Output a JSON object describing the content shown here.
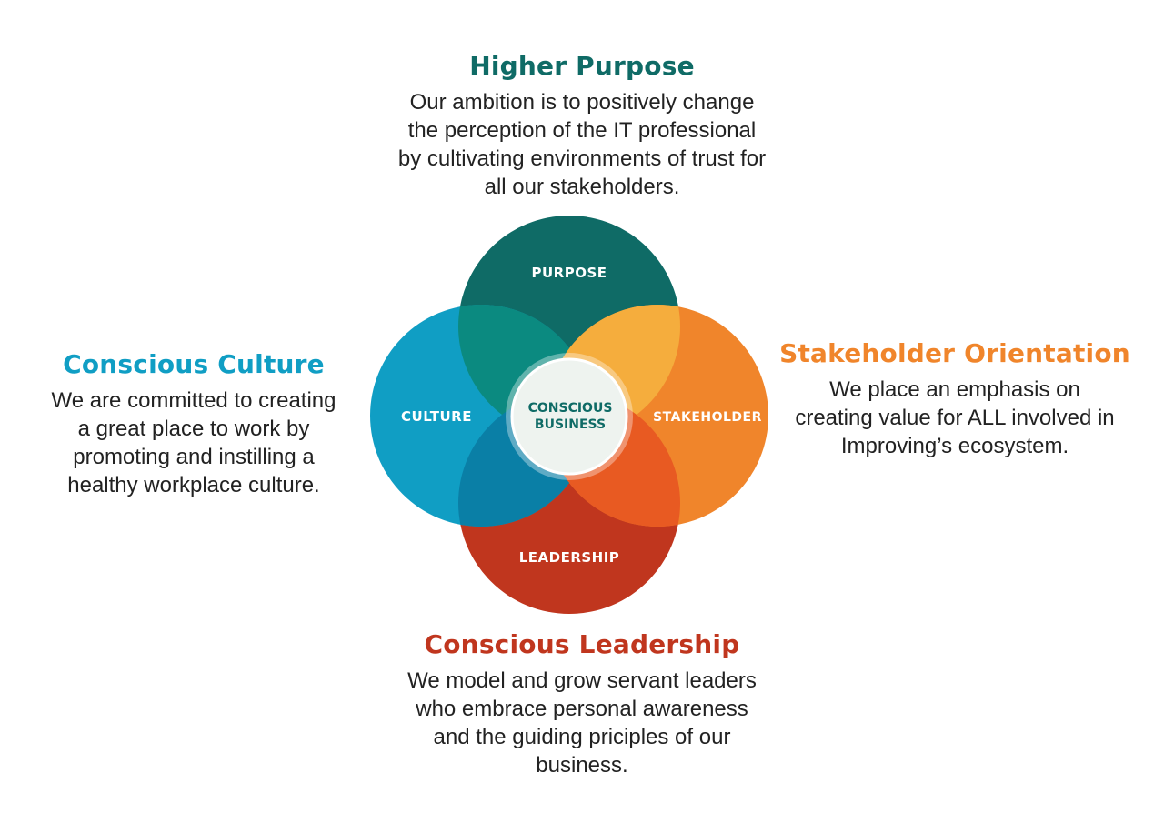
{
  "colors": {
    "purpose": "#0f6b66",
    "culture": "#109ec4",
    "stakeholder": "#f0852b",
    "leadership": "#c0361e",
    "purpose_culture_overlap": "#0b8a80",
    "purpose_stakeholder_overlap": "#f5ad3d",
    "culture_leadership_overlap": "#0a7fa6",
    "stakeholder_leadership_overlap": "#e85a22",
    "center_fill": "#eef3ef",
    "center_text": "#0f6b66",
    "body_text": "#222222"
  },
  "purpose": {
    "heading": "Higher Purpose",
    "body": [
      "Our ambition is to positively change",
      "the perception of the IT professional",
      "by cultivating environments of trust for",
      "all our stakeholders."
    ]
  },
  "culture": {
    "heading": "Conscious Culture",
    "body": [
      "We are committed to creating",
      "a great place to work by",
      "promoting and instilling a",
      "healthy workplace culture."
    ]
  },
  "stakeholder": {
    "heading": "Stakeholder Orientation",
    "body": [
      "We place an emphasis on",
      "creating value for ALL involved in",
      "Improving’s ecosystem."
    ]
  },
  "leadership": {
    "heading": "Conscious Leadership",
    "body": [
      "We model and grow servant leaders",
      "who embrace personal awareness",
      "and the guiding priciples of our",
      "business."
    ]
  },
  "diagram": {
    "top_label": "PURPOSE",
    "left_label": "CULTURE",
    "right_label": "STAKEHOLDER",
    "bottom_label": "LEADERSHIP",
    "center_line1": "CONSCIOUS",
    "center_line2": "BUSINESS"
  }
}
